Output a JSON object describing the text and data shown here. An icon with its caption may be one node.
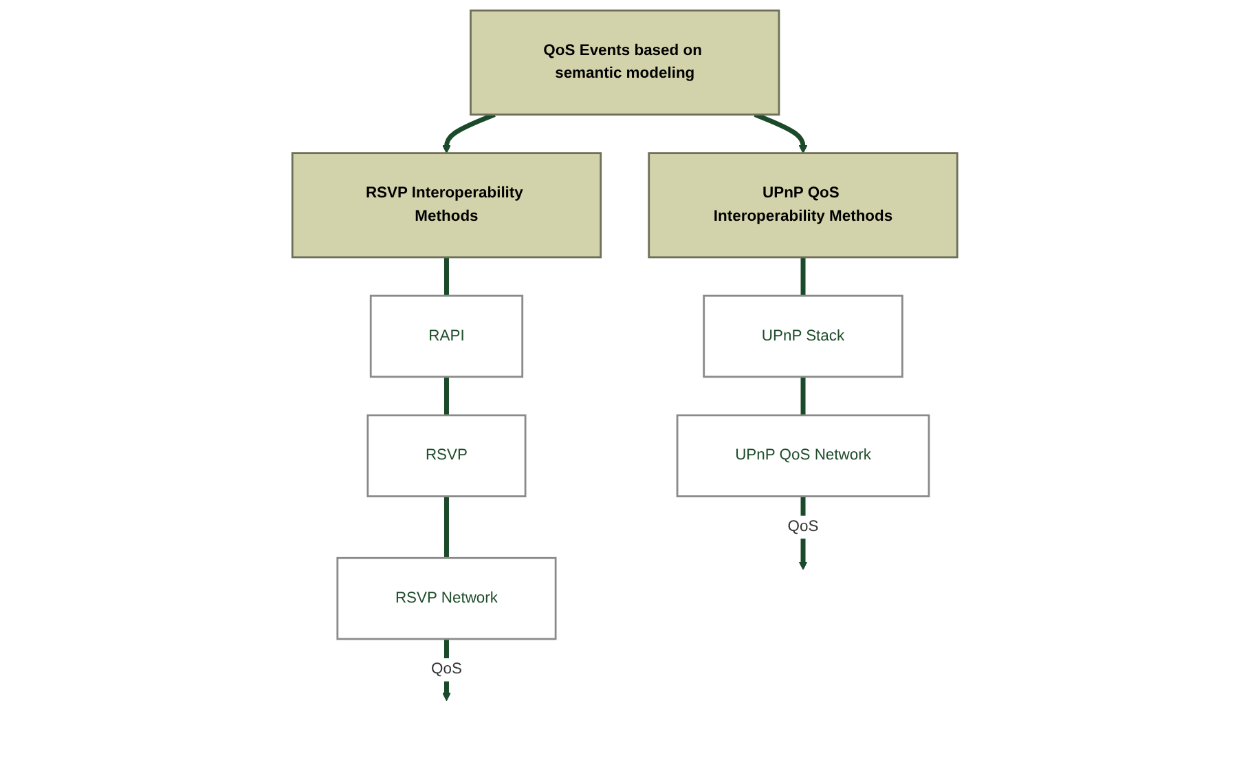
{
  "diagram": {
    "nodes": [
      {
        "text": [
          "UPnP QoS Interoperability Methods"
        ]
      },
      {
        "text": [
          "QoS Events based on semantic modeling"
        ]
      },
      {
        "text": [
          "RSVP Interoperability Methods"
        ]
      },
      {
        "text": [
          "UPnP Stack"
        ]
      },
      {
        "text": [
          "RAPI"
        ]
      },
      {
        "text": [
          "RSVP"
        ]
      },
      {
        "text": [
          "UPnP QoS Network"
        ]
      },
      {
        "text": [
          "RSVP Network"
        ]
      }
    ],
    "edges": [
      {
        "from": 1,
        "to": 0,
        "arrow": "to"
      },
      {
        "from": 1,
        "to": 2,
        "arrow": "to"
      },
      {
        "from": 0,
        "to": 3,
        "arrow": "none"
      },
      {
        "from": 2,
        "to": 4,
        "arrow": "none"
      },
      {
        "from": 4,
        "to": 5,
        "arrow": "none"
      },
      {
        "from": 3,
        "to": 6,
        "arrow": "none"
      },
      {
        "from": 5,
        "to": 7,
        "arrow": "none"
      },
      {
        "from": 6,
        "to": null,
        "arrow": "to",
        "label": "QoS"
      },
      {
        "from": 7,
        "to": null,
        "arrow": "to",
        "label": "QoS"
      }
    ]
  }
}
